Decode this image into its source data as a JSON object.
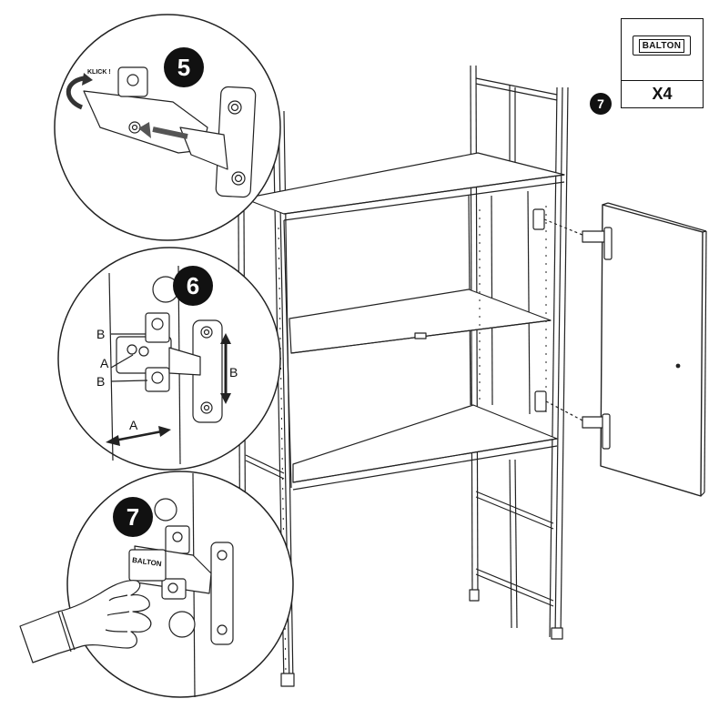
{
  "steps": {
    "step5": "5",
    "step6": "6",
    "step7": "7",
    "step7_main": "7"
  },
  "click_label": "KLICK !",
  "adjust_labels": {
    "b_upper": "B",
    "a_side": "A",
    "b_lower": "B",
    "b_vertical": "B",
    "a_horizontal": "A"
  },
  "part_box": {
    "brand": "BALTON",
    "quantity": "X4"
  },
  "hand_plate_text": "BALTON"
}
